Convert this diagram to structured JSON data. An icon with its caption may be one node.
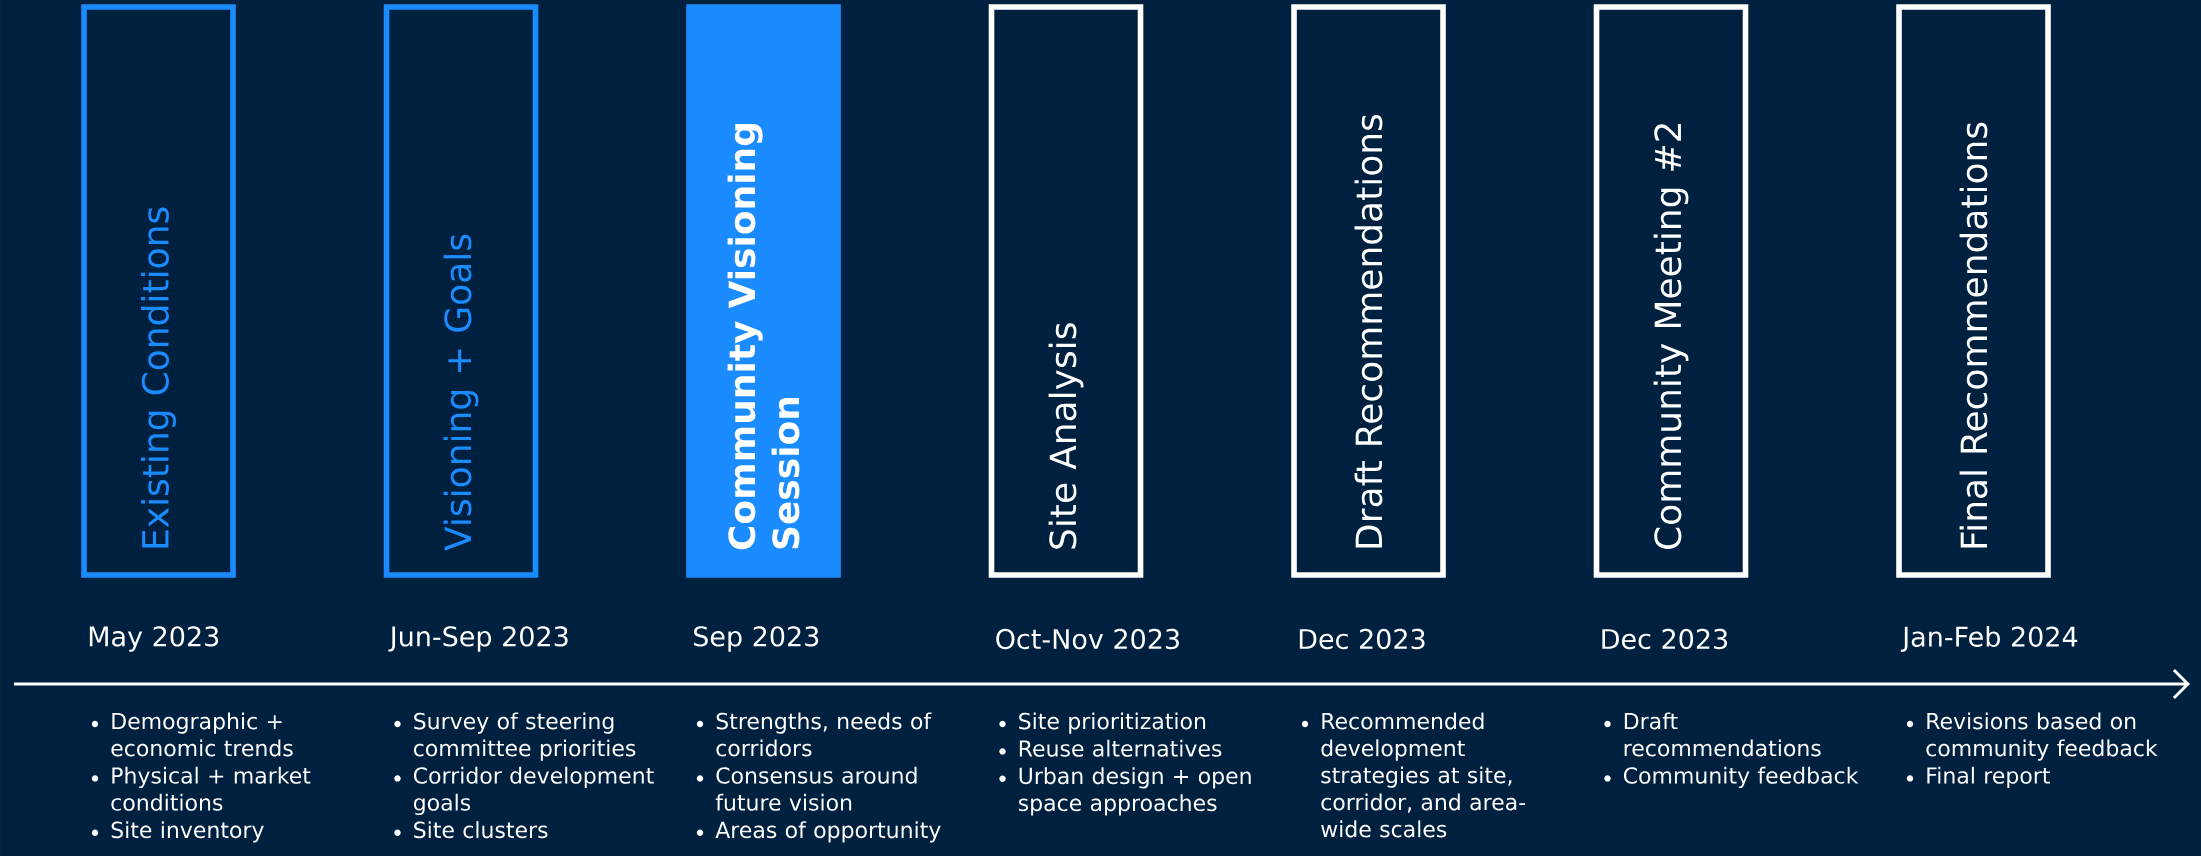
{
  "diagram": {
    "nodes": [
      {
        "text": [
          "Existing Conditions"
        ],
        "beside": [
          "May 2023",
          "Demographic + economic trends",
          "Physical + market conditions",
          "Site inventory"
        ]
      },
      {
        "text": [
          "Visioning + Goals"
        ],
        "beside": [
          "Jun-Sep 2023",
          "Survey of steering committee priorities",
          "Corridor development goals",
          "Site clusters"
        ]
      },
      {
        "text": [
          "Community Visioning Session"
        ],
        "beside": [
          "Sep 2023",
          "Strengths, needs of corridors",
          "Consensus around future vision",
          "Areas of opportunity"
        ]
      },
      {
        "text": [
          "Site Analysis"
        ],
        "beside": [
          "Oct-Nov 2023",
          "Site prioritization",
          "Reuse alternatives",
          "Urban design + open space approaches"
        ]
      },
      {
        "text": [
          "Draft Recommendations"
        ],
        "beside": [
          "Dec 2023",
          "Recommended development strategies at site, corridor, and area-wide scales"
        ]
      },
      {
        "text": [
          "Community Meeting #2"
        ],
        "beside": [
          "Dec 2023",
          "Draft recommendations",
          "Community feedback"
        ]
      },
      {
        "text": [
          "Final Recommendations"
        ],
        "beside": [
          "Jan-Feb 2024",
          "Revisions based on community feedback",
          "Final report"
        ]
      }
    ]
  }
}
